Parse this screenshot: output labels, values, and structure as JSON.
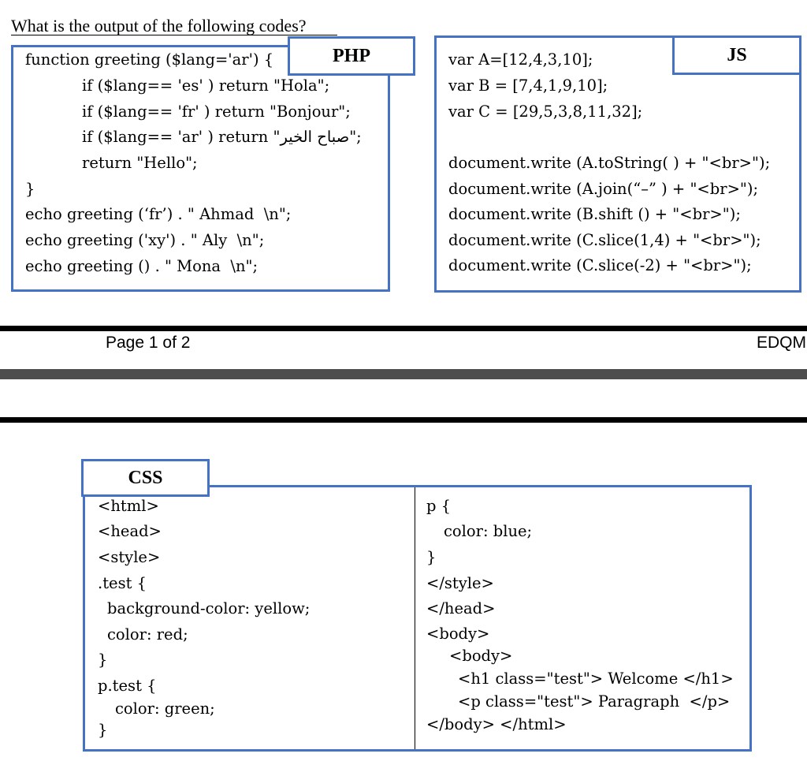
{
  "question": "What is the output of the following codes?",
  "php": {
    "label": "PHP",
    "lines": [
      "function greeting ($lang='ar') {",
      "if ($lang== 'es' ) return \"Hola\";",
      "if ($lang== 'fr' ) return \"Bonjour\";",
      "if ($lang== 'ar' ) return \"صباح الخير\";",
      "return \"Hello\";",
      "}",
      "echo greeting (‘fr’) . \" Ahmad  \\n\";",
      "echo greeting ('xy') . \" Aly  \\n\";",
      "echo greeting () . \" Mona  \\n\";"
    ]
  },
  "js": {
    "label": "JS",
    "lines": [
      "var A=[12,4,3,10];",
      "var B = [7,4,1,9,10];",
      "var C = [29,5,3,8,11,32];",
      "",
      "document.write (A.toString( ) + \"<br>\");",
      "document.write (A.join(“–” ) + \"<br>\");",
      "document.write (B.shift () + \"<br>\");",
      "document.write (C.slice(1,4) + \"<br>\");",
      "document.write (C.slice(-2) + \"<br>\");"
    ]
  },
  "footer": {
    "page": "Page 1 of 2",
    "brand": "EDQM"
  },
  "css": {
    "label": "CSS",
    "left_lines": [
      "<html>",
      "<head>",
      "<style>",
      ".test {",
      "background-color: yellow;",
      "color: red;",
      "}",
      "p.test {",
      "color: green;",
      "}"
    ],
    "right_lines": [
      "p {",
      "color: blue;",
      "}",
      "</style>",
      "</head>",
      "<body>",
      "<body>",
      "<h1 class=\"test\"> Welcome </h1>",
      "<p class=\"test\"> Paragraph  </p>",
      "</body> </html>"
    ]
  },
  "colors": {
    "frame": "#4472c4"
  }
}
